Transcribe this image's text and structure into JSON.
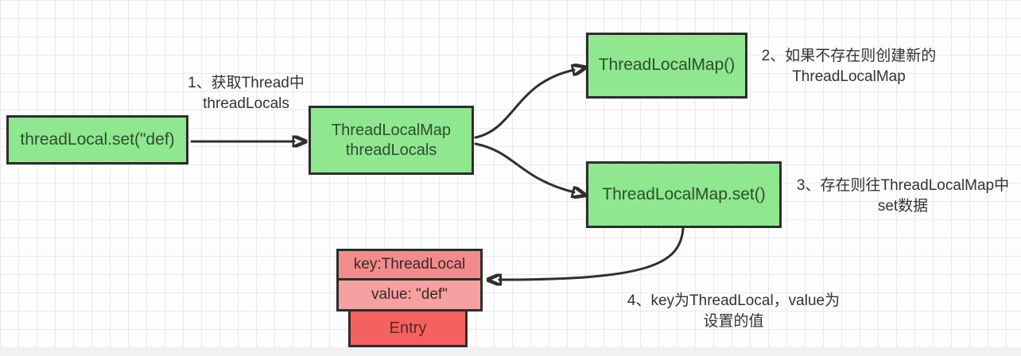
{
  "diagram": {
    "nodes": {
      "set_call": {
        "label": "threadLocal.set(\"def)"
      },
      "threadlocals_map": {
        "line1": "ThreadLocalMap",
        "line2": "threadLocals"
      },
      "map_constructor": {
        "label": "ThreadLocalMap()"
      },
      "map_set": {
        "label": "ThreadLocalMap.set()"
      },
      "entry_key": {
        "label": "key:ThreadLocal"
      },
      "entry_value": {
        "label": "value: \"def\""
      },
      "entry": {
        "label": "Entry"
      }
    },
    "annotations": {
      "step1": {
        "line1": "1、获取Thread中",
        "line2": "threadLocals"
      },
      "step2": {
        "line1": "2、如果不存在则创建新的",
        "line2": "ThreadLocalMap"
      },
      "step3": {
        "line1": "3、存在则往ThreadLocalMap中",
        "line2": "set数据"
      },
      "step4": {
        "line1": "4、key为ThreadLocal，value为",
        "line2": "设置的值"
      }
    },
    "colors": {
      "node_green": "#8FE78F",
      "entry_key_pink": "#F28C8C",
      "entry_value_pink": "#F5A1A1",
      "entry_red": "#F56060",
      "node_border": "#2D2D2D",
      "arrow_stroke": "#2F2F2F",
      "text": "#333333"
    }
  }
}
